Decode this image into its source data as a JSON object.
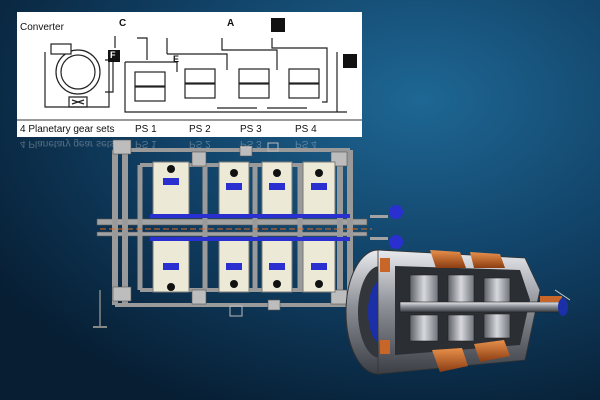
{
  "panel": {
    "converter_label": "Converter",
    "clutch_c_label": "C",
    "clutch_a_label": "A",
    "brake_f_label": "F",
    "clutch_e_label": "E",
    "gearsets_label": "4 Planetary gear sets",
    "ps1_label": "PS 1",
    "ps2_label": "PS 2",
    "ps3_label": "PS 3",
    "ps4_label": "PS 4"
  },
  "colors": {
    "bg_dark": "#0a2740",
    "bg_light": "#1d5c8a",
    "panel_bg": "#ffffff",
    "housing_gray": "#a9a9a9",
    "gear_cream": "#e9e6d3",
    "accent_blue": "#2a2fd0",
    "accent_copper": "#c8662a",
    "metal": "#b9bcc2"
  }
}
